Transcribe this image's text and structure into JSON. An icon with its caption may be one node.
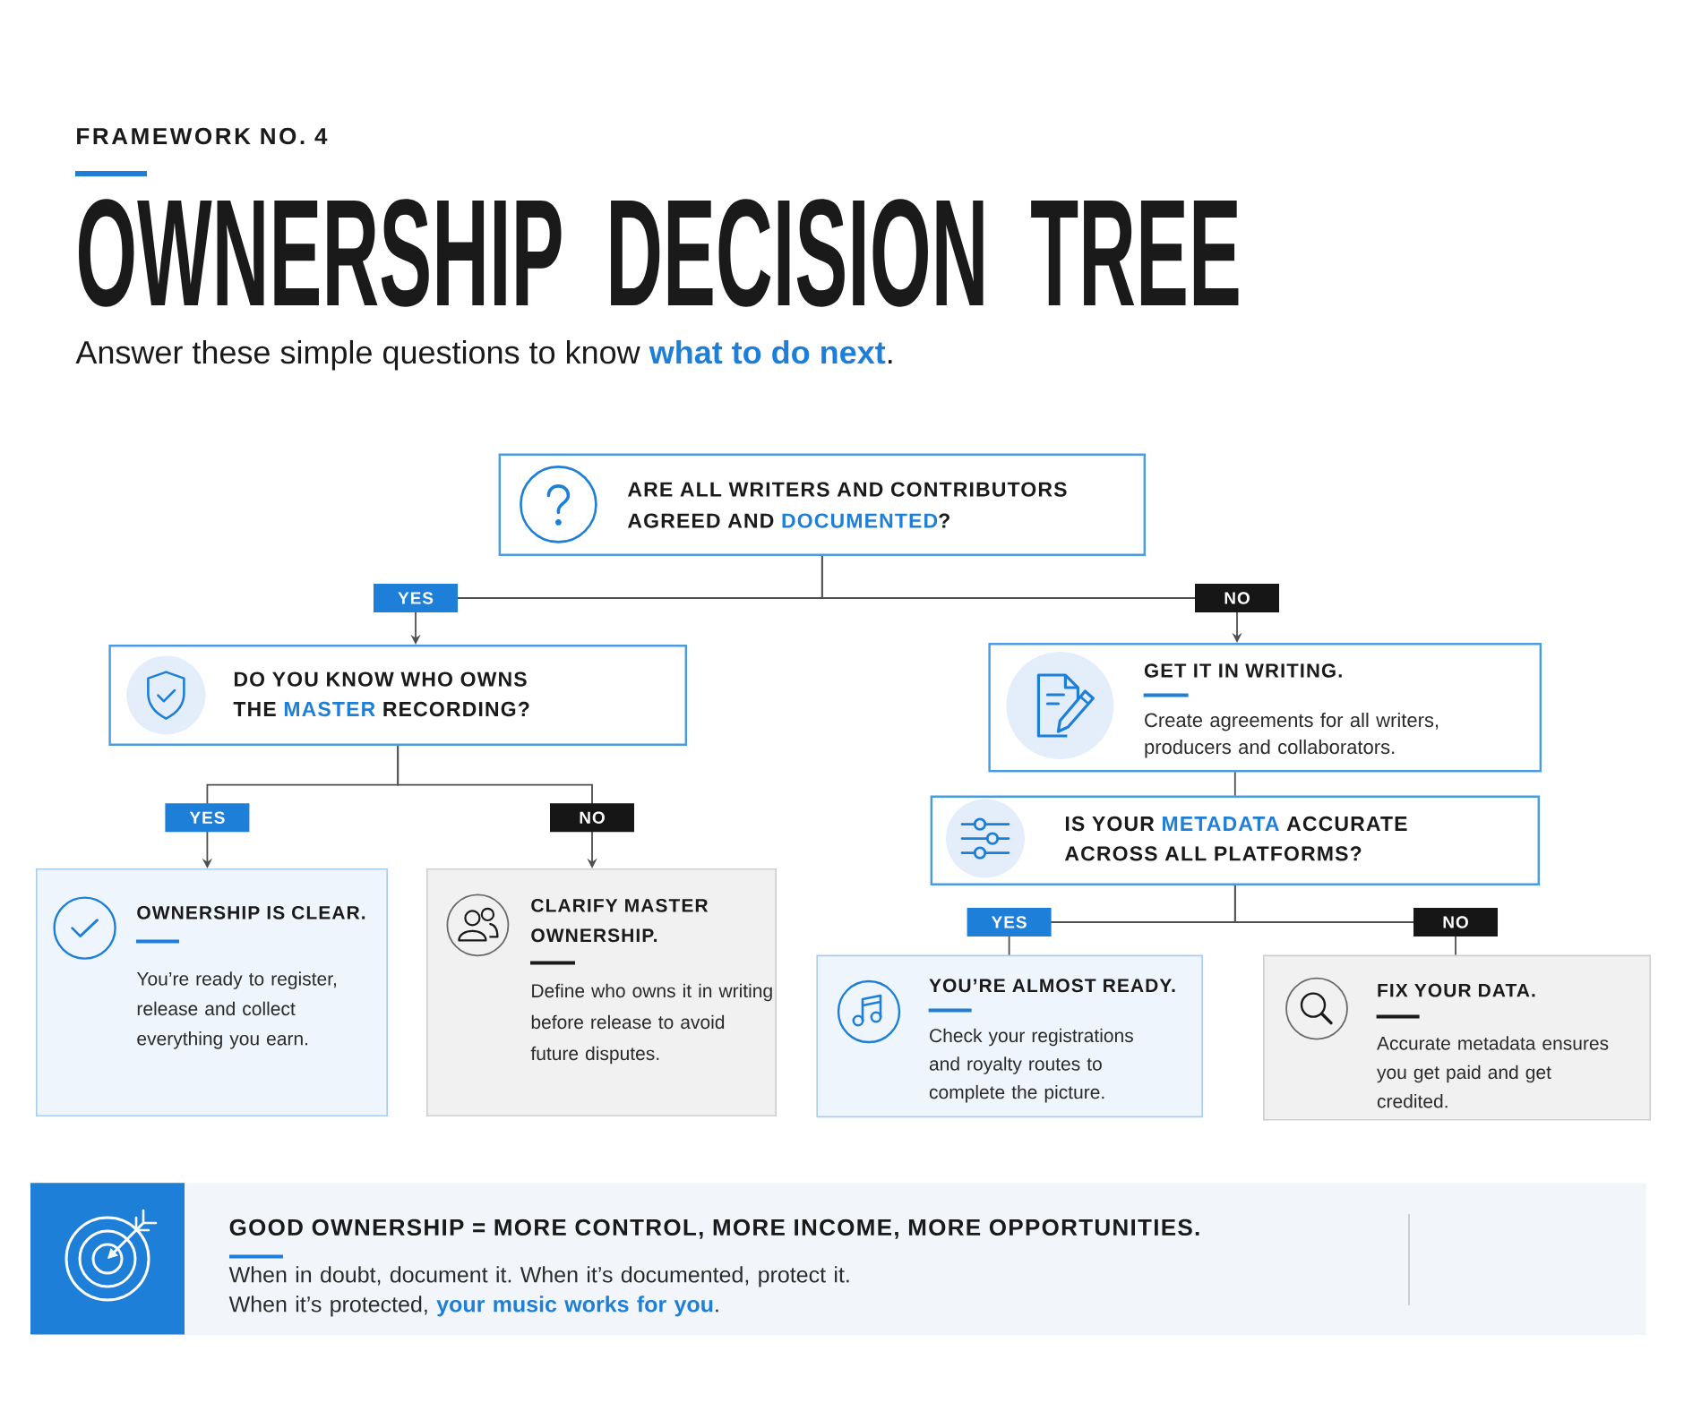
{
  "diagram": {
    "title": "OWNERSHIP DECISION TREE",
    "nodes": [
      {
        "text": [
          "ARE ALL WRITERS AND CONTRIBUTORS AGREED AND **DOCUMENTED**?"
        ]
      },
      {
        "text": [
          "DO YOU KNOW WHO OWNS THE **MASTER** RECORDING?"
        ]
      },
      {
        "text": [
          "GET IT IN WRITING.",
          "Create agreements for all writers, producers and collaborators."
        ]
      },
      {
        "text": [
          "OWNERSHIP IS CLEAR.",
          "You’re ready to register, release and collect everything you earn."
        ]
      },
      {
        "text": [
          "CLARIFY MASTER OWNERSHIP.",
          "Define who owns it in writing before release to avoid future disputes."
        ]
      },
      {
        "text": [
          "IS YOUR **METADATA** ACCURATE ACROSS ALL PLATFORMS?"
        ]
      },
      {
        "text": [
          "YOU’RE ALMOST READY.",
          "Check your registrations and royalty routes to complete the picture."
        ]
      },
      {
        "text": [
          "FIX YOUR DATA.",
          "Accurate metadata ensures you get paid and get credited."
        ]
      },
      {
        "text": [
          "GOOD OWNERSHIP = MORE CONTROL, MORE INCOME, MORE OPPORTUNITIES.",
          "When in doubt, document it. When it’s documented, protect it. When it’s protected, **your music works for you**."
        ]
      }
    ],
    "edges": [
      {
        "from": 0,
        "to": 1,
        "arrow": "to",
        "label": "YES"
      },
      {
        "from": 0,
        "to": 2,
        "arrow": "to",
        "label": "NO"
      },
      {
        "from": 1,
        "to": 3,
        "arrow": "to",
        "label": "YES"
      },
      {
        "from": 1,
        "to": 4,
        "arrow": "to",
        "label": "NO"
      },
      {
        "from": 2,
        "to": 5,
        "arrow": "none"
      },
      {
        "from": 5,
        "to": 6,
        "arrow": "none",
        "label": "YES"
      },
      {
        "from": 5,
        "to": 7,
        "arrow": "none",
        "label": "NO"
      }
    ],
    "labels": [
      "FRAMEWORK NO. 4",
      "Answer these simple questions to know **what to do next**."
    ]
  }
}
